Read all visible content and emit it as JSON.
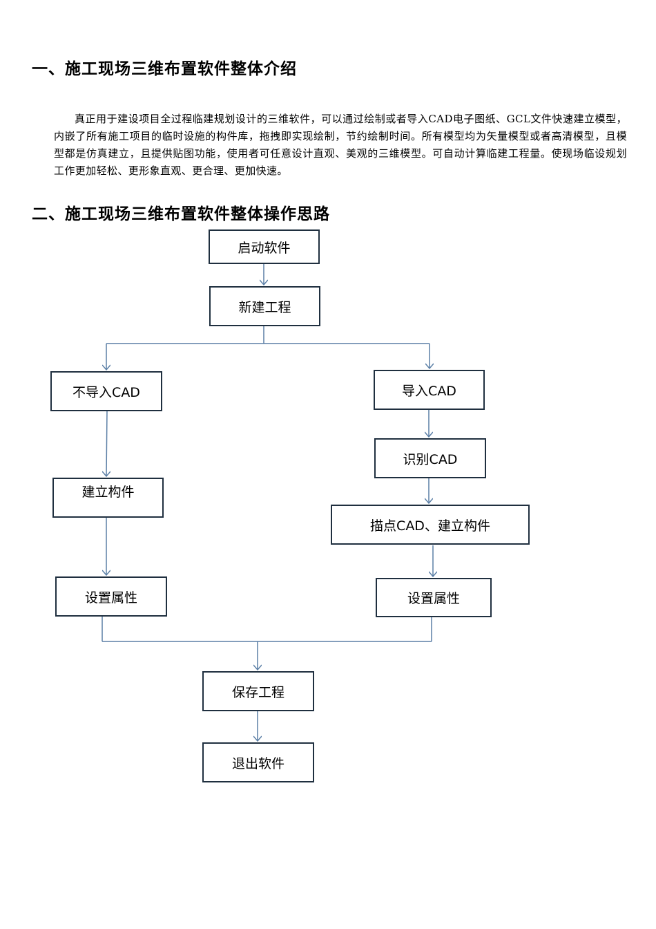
{
  "section1": {
    "title": "一、施工现场三维布置软件整体介绍",
    "paragraph": "真正用于建设项目全过程临建规划设计的三维软件，可以通过绘制或者导入CAD电子图纸、GCL文件快速建立模型，内嵌了所有施工项目的临时设施的构件库，拖拽即实现绘制，节约绘制时间。所有模型均为矢量模型或者高清模型，且模型都是仿真建立，且提供贴图功能，使用者可任意设计直观、美观的三维模型。可自动计算临建工程量。使现场临设规划工作更加轻松、更形象直观、更合理、更加快速。"
  },
  "section2": {
    "title": "二、施工现场三维布置软件整体操作思路"
  },
  "flowchart": {
    "start": "启动软件",
    "new_project": "新建工程",
    "left_branch": {
      "step1": "不导入CAD",
      "step2": "建立构件",
      "step3": "设置属性"
    },
    "right_branch": {
      "step1": "导入CAD",
      "step2": "识别CAD",
      "step3": "描点CAD、建立构件",
      "step4": "设置属性"
    },
    "save_project": "保存工程",
    "exit": "退出软件",
    "line_color": "#5b7fa6",
    "border_color": "#1f2f3f"
  }
}
